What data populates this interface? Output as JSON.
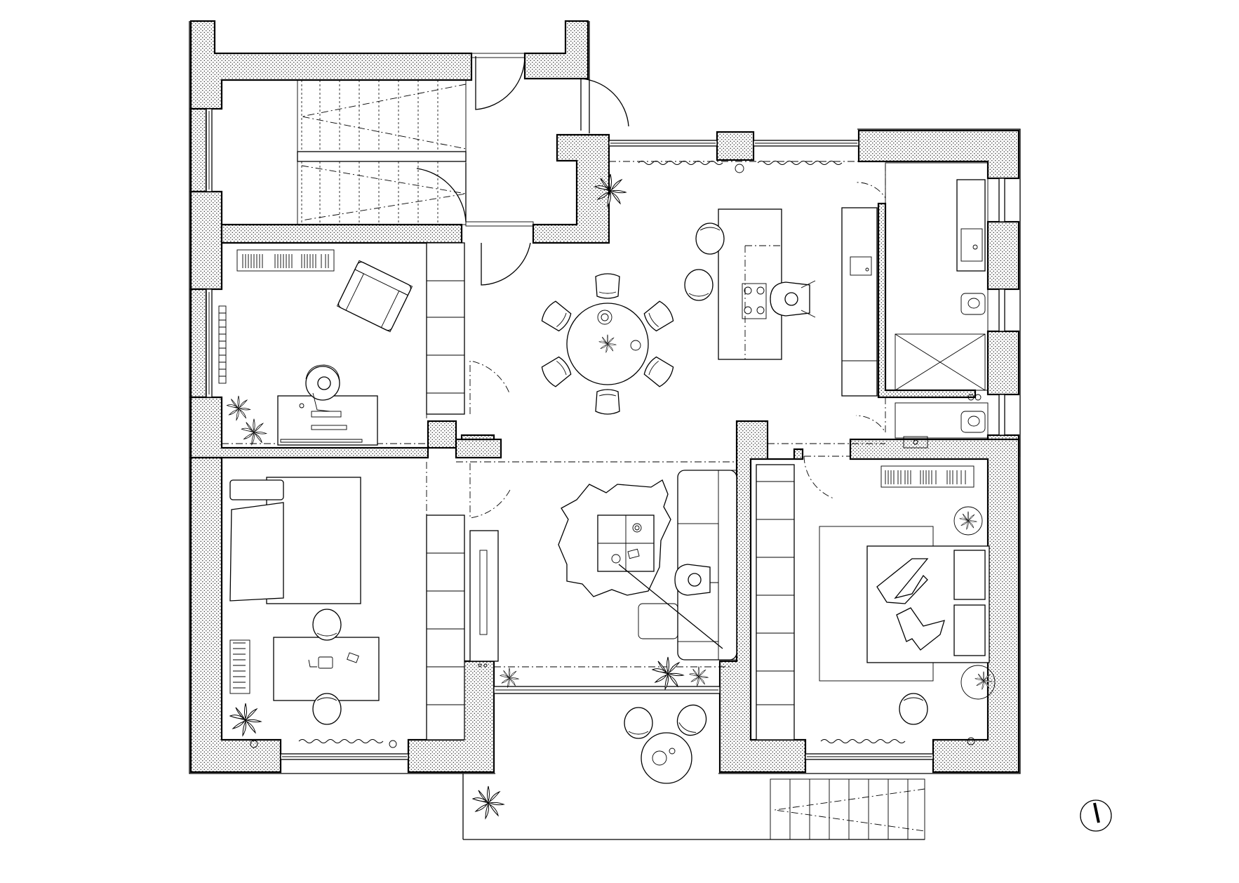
{
  "drawing": {
    "type": "architectural floor plan",
    "line_color": "#000000",
    "background_color": "#ffffff",
    "wall_hatch": "stippled dots"
  },
  "layers": [
    {
      "name": "walls"
    },
    {
      "name": "windows"
    },
    {
      "name": "doors"
    },
    {
      "name": "stairs"
    },
    {
      "name": "furniture"
    },
    {
      "name": "plants"
    },
    {
      "name": "north-arrow"
    }
  ],
  "icons": {
    "north_arrow": "north-arrow-icon",
    "plant": "plant-icon",
    "chair": "chair-icon",
    "person": "person-icon"
  }
}
